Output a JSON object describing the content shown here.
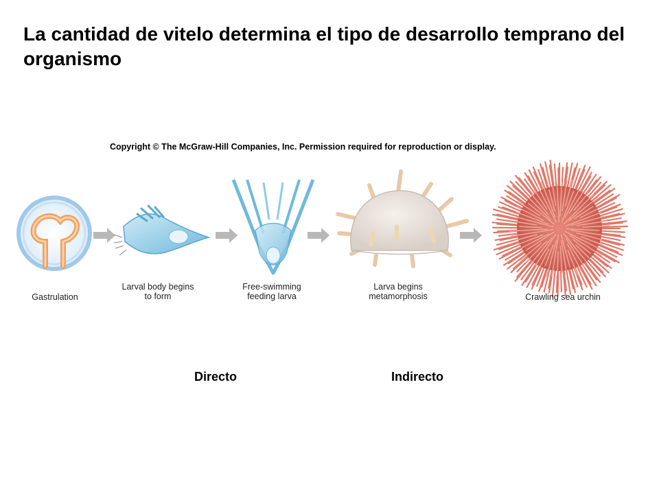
{
  "title": "La cantidad de vitelo determina el tipo de desarrollo temprano del organismo",
  "copyright": "Copyright © The McGraw-Hill Companies, Inc. Permission required for reproduction or display.",
  "stages": [
    {
      "id": "gastrulation",
      "lines": [
        "Gastrulation"
      ]
    },
    {
      "id": "larval-body",
      "lines": [
        "Larval body begins",
        "to form"
      ]
    },
    {
      "id": "free-swimming",
      "lines": [
        "Free-swimming",
        "feeding larva"
      ]
    },
    {
      "id": "metamorphosis",
      "lines": [
        "Larva begins",
        "metamorphosis"
      ]
    },
    {
      "id": "sea-urchin",
      "lines": [
        "Crawling sea urchin"
      ]
    }
  ],
  "labels": {
    "directo": "Directo",
    "indirecto": "Indirecto"
  },
  "colors": {
    "arrow": "#b8b8b8",
    "larva_blue": "#7fc4e0",
    "urchin": "#e0786a",
    "spine": "#f2dcc0",
    "gastrula_ring": "#9ec9ec",
    "gastrula_inner": "#f0a060"
  }
}
